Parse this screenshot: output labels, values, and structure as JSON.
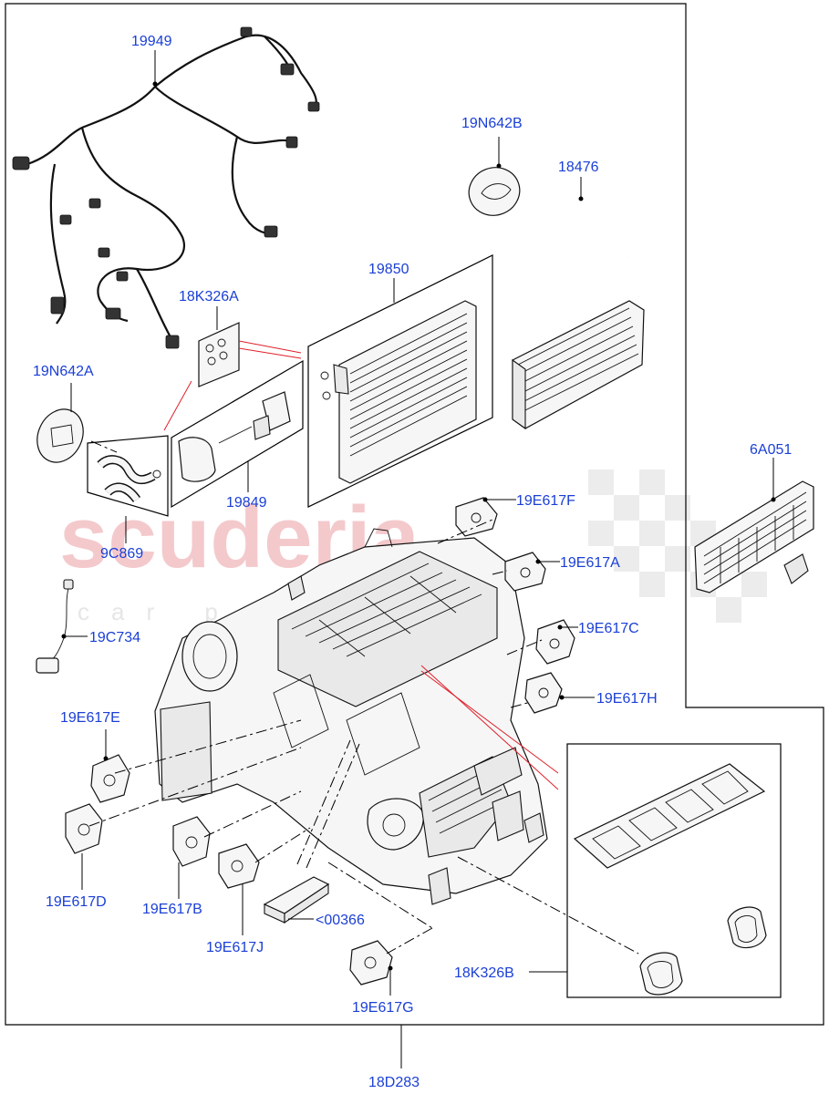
{
  "watermark": {
    "main": "scuderia",
    "sub": "car parts"
  },
  "callouts": [
    {
      "id": "19949",
      "text": "19949"
    },
    {
      "id": "19N642B",
      "text": "19N642B"
    },
    {
      "id": "18476",
      "text": "18476"
    },
    {
      "id": "19850",
      "text": "19850"
    },
    {
      "id": "18K326A",
      "text": "18K326A"
    },
    {
      "id": "19N642A",
      "text": "19N642A"
    },
    {
      "id": "19849",
      "text": "19849"
    },
    {
      "id": "9C869",
      "text": "9C869"
    },
    {
      "id": "6A051",
      "text": "6A051"
    },
    {
      "id": "19E617F",
      "text": "19E617F"
    },
    {
      "id": "19E617A",
      "text": "19E617A"
    },
    {
      "id": "19C734",
      "text": "19C734"
    },
    {
      "id": "19E617C",
      "text": "19E617C"
    },
    {
      "id": "19E617H",
      "text": "19E617H"
    },
    {
      "id": "19E617E",
      "text": "19E617E"
    },
    {
      "id": "19E617D",
      "text": "19E617D"
    },
    {
      "id": "19E617B",
      "text": "19E617B"
    },
    {
      "id": "19E617J",
      "text": "19E617J"
    },
    {
      "id": "00366",
      "text": "<00366"
    },
    {
      "id": "18K326B",
      "text": "18K326B"
    },
    {
      "id": "19E617G",
      "text": "19E617G"
    },
    {
      "id": "18D283",
      "text": "18D283"
    }
  ],
  "colors": {
    "label": "#1a3fd6",
    "leader": "#000000",
    "highlight": "#e0202a",
    "watermark": "#f4c9cc"
  }
}
